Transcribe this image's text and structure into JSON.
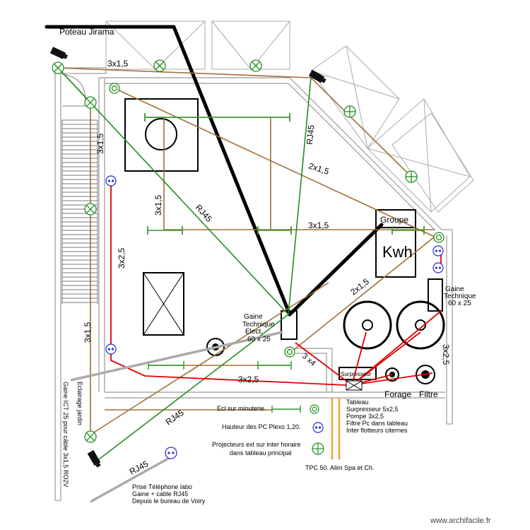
{
  "labels": {
    "poteau": "Poteau Jirama",
    "cable_3x1_5_top": "3x1,5",
    "cable_3x1_5_left_upper": "3x1,5",
    "cable_3x1_5_left_lower": "3x1,5",
    "cable_3x1_5_mid_vertical": "3x1,5",
    "cable_3x1_5_mid_horizontal": "3x1,5",
    "cable_3x2_5_left": "3x2,5",
    "cable_3x2_5_bottom": "3x2,5",
    "cable_3x2_5_right": "3x2,5",
    "cable_2x1_5_upper": "2x1,5",
    "cable_2x1_5_lower": "2x1,5",
    "cable_3x4": "3 x4",
    "rj45_top": "RJ45",
    "rj45_mid": "RJ45",
    "rj45_lower": "RJ45",
    "rj45_bottom": "RJ45",
    "groupe": "Groupe",
    "kwh": "Kwh",
    "gaine_tech_elec": [
      "Gaine",
      "Technique",
      "Elect.",
      "60 x 25"
    ],
    "gaine_tech_right": [
      "Gaine",
      "Technique",
      "60 x 25"
    ],
    "surpresseur": "Surpresseur",
    "forage": "Forage",
    "filtre": "Filtre",
    "eclairage_jardin": "Eclairage jardin",
    "gaine_ict": "Gaine ICT 25 pour câble 3x1,5 RO2V",
    "tpc": "TPC 50. Alim Spa et Ch.",
    "prise_telephone": [
      "Prise Téléphone labo",
      "Gaine + cable RJ45",
      "Depuis le bureau de Voiry"
    ],
    "watermark": "www.archifacile.fr"
  },
  "legend": {
    "ecl_minuterie": "Ecl sur minuterie.",
    "hauteur_pc": "Hauteur des PC Plexo 1,20.",
    "projecteurs": [
      "Projecteurs ext sur inter horaire",
      "dans tableau principal"
    ],
    "tableau": [
      "Tableau",
      "Surpresseur 5x2,5",
      "Pompe 3x2,5",
      "Filtre Pc dans tableau",
      "Inter flotteurs citernes"
    ]
  },
  "colors": {
    "brown_cable": "#a0703a",
    "green_cable": "#1f8f1f",
    "red_cable": "#e00000",
    "orange_tpc": "#f0a030",
    "wall_gray": "#999999",
    "legend_green": "#2ca02c",
    "socket_blue": "#2a2ad0"
  }
}
